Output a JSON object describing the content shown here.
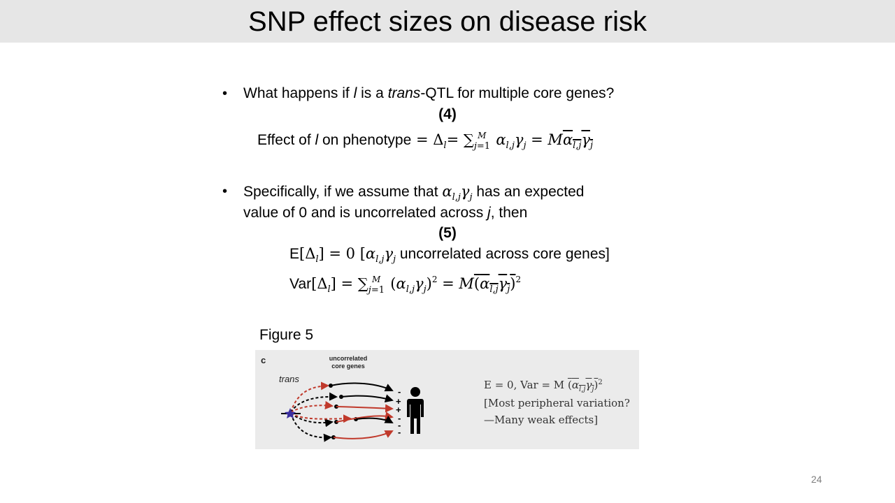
{
  "slide": {
    "title": "SNP effect sizes on disease risk",
    "page_number": "24"
  },
  "bullet1": {
    "pre": "What happens if ",
    "var": "l",
    "mid": " is a ",
    "italic": "trans",
    "post": "-QTL for multiple core genes?",
    "eq_number": "(4)",
    "eq_label_pre": "Effect of ",
    "eq_label_var": "l",
    "eq_label_post": " on phenotype"
  },
  "bullet2": {
    "pre": "Specifically, if we assume that ",
    "post": " has an expected",
    "line2_pre": "value of 0 and is uncorrelated across ",
    "line2_var": "j",
    "line2_post": ", then",
    "eq_number": "(5)",
    "expectation_label": "E",
    "expectation_note": "uncorrelated across core genes]",
    "variance_label": "Var"
  },
  "figure": {
    "caption": "Figure 5",
    "panel_letter": "c",
    "header_line1": "uncorrelated",
    "header_line2": "core genes",
    "trans_label": "trans",
    "signs": [
      "-",
      "+",
      "+",
      "-",
      "-",
      "-"
    ],
    "line1": "E = 0, Var = M",
    "line2": "[Most peripheral variation?",
    "line3": "—Many weak effects]",
    "colors": {
      "red": "#c0392b",
      "black": "#000000",
      "star": "#3b2fa0"
    }
  }
}
